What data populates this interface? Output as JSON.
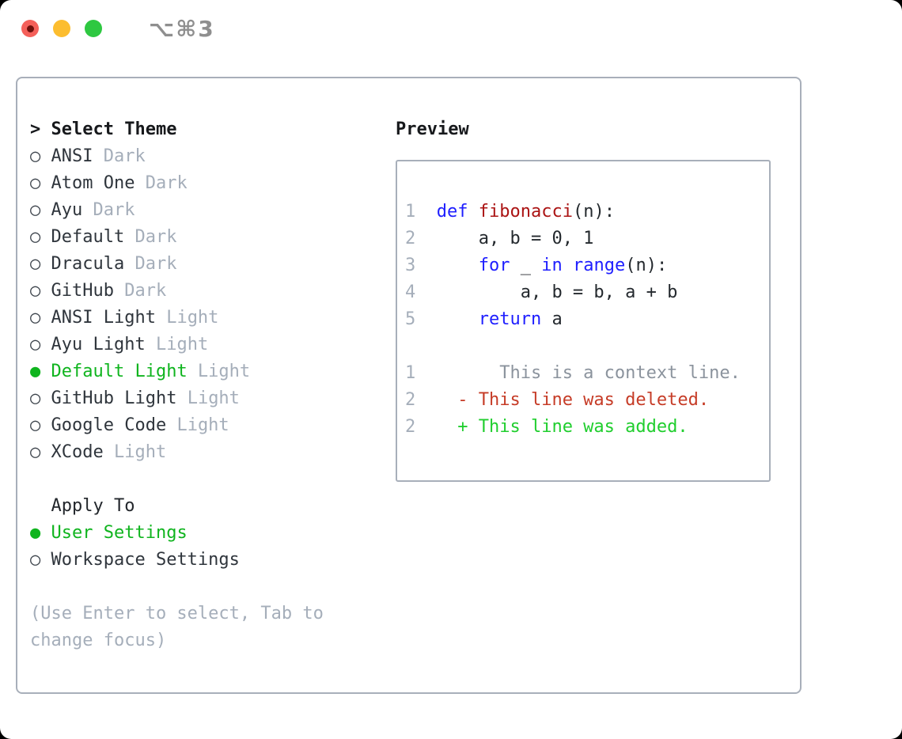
{
  "window": {
    "title": "⌥⌘3",
    "traffic_lights": [
      {
        "name": "close",
        "color": "#f4605a",
        "has_unsaved_dot": true
      },
      {
        "name": "minimize",
        "color": "#fcbd2f"
      },
      {
        "name": "zoom",
        "color": "#2ec841"
      }
    ]
  },
  "picker": {
    "cursor": ">",
    "title": "Select Theme",
    "bullets": {
      "selected": "●",
      "unselected": "○"
    },
    "themes": [
      {
        "name": "ANSI",
        "variant": "Dark",
        "selected": false
      },
      {
        "name": "Atom One",
        "variant": "Dark",
        "selected": false
      },
      {
        "name": "Ayu",
        "variant": "Dark",
        "selected": false
      },
      {
        "name": "Default",
        "variant": "Dark",
        "selected": false
      },
      {
        "name": "Dracula",
        "variant": "Dark",
        "selected": false
      },
      {
        "name": "GitHub",
        "variant": "Dark",
        "selected": false
      },
      {
        "name": "ANSI Light",
        "variant": "Light",
        "selected": false
      },
      {
        "name": "Ayu Light",
        "variant": "Light",
        "selected": false
      },
      {
        "name": "Default Light",
        "variant": "Light",
        "selected": true
      },
      {
        "name": "GitHub Light",
        "variant": "Light",
        "selected": false
      },
      {
        "name": "Google Code",
        "variant": "Light",
        "selected": false
      },
      {
        "name": "XCode",
        "variant": "Light",
        "selected": false
      }
    ],
    "apply_to": {
      "title": "Apply To",
      "options": [
        {
          "name": "User Settings",
          "selected": true
        },
        {
          "name": "Workspace Settings",
          "selected": false
        }
      ]
    },
    "hint": "(Use Enter to select, Tab to change focus)"
  },
  "preview": {
    "title": "Preview",
    "code_lines": [
      {
        "no": "1",
        "segments": [
          {
            "c": "kw",
            "t": "def"
          },
          {
            "c": "pl",
            "t": " "
          },
          {
            "c": "fn",
            "t": "fibonacci"
          },
          {
            "c": "pl",
            "t": "(n):"
          }
        ]
      },
      {
        "no": "2",
        "segments": [
          {
            "c": "pl",
            "t": "    a, b = 0, 1"
          }
        ]
      },
      {
        "no": "3",
        "segments": [
          {
            "c": "pl",
            "t": "    "
          },
          {
            "c": "kw",
            "t": "for"
          },
          {
            "c": "pl",
            "t": " _ "
          },
          {
            "c": "kw",
            "t": "in"
          },
          {
            "c": "pl",
            "t": " "
          },
          {
            "c": "kw",
            "t": "range"
          },
          {
            "c": "pl",
            "t": "(n):"
          }
        ]
      },
      {
        "no": "4",
        "segments": [
          {
            "c": "pl",
            "t": "        a, b = b, a + b"
          }
        ]
      },
      {
        "no": "5",
        "segments": [
          {
            "c": "pl",
            "t": "    "
          },
          {
            "c": "kw",
            "t": "return"
          },
          {
            "c": "pl",
            "t": " a"
          }
        ]
      }
    ],
    "diff_lines": [
      {
        "no": "1",
        "sign": "",
        "type": "context",
        "text": "This is a context line."
      },
      {
        "no": "2",
        "sign": "-",
        "type": "deleted",
        "text": "This line was deleted."
      },
      {
        "no": "2",
        "sign": "+",
        "type": "added",
        "text": "This line was added."
      }
    ]
  },
  "colors": {
    "panel_border": "#a8afba",
    "text_primary": "#2f353c",
    "text_muted": "#a5aeba",
    "selection_green": "#0fb41e",
    "keyword_blue": "#1e1eff",
    "function_red": "#ab1414",
    "context_gray": "#8b939d",
    "deleted_red": "#c63c27",
    "added_green": "#20ce2e"
  }
}
